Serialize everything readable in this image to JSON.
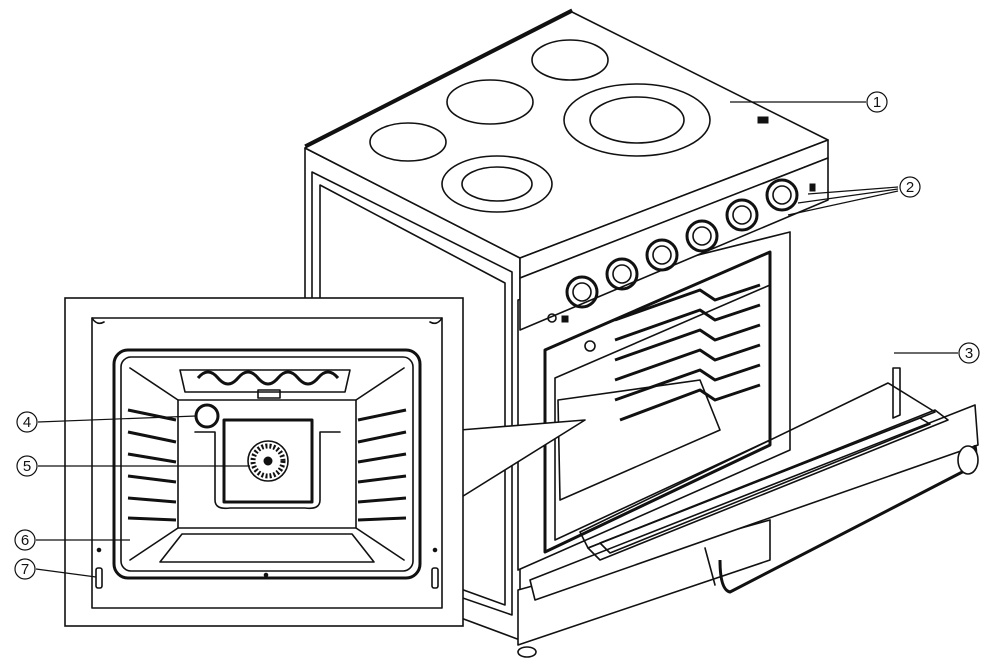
{
  "callouts": [
    {
      "number": "1",
      "name": "hob-top"
    },
    {
      "number": "2",
      "name": "control-knobs"
    },
    {
      "number": "3",
      "name": "oven-door"
    },
    {
      "number": "4",
      "name": "oven-lamp"
    },
    {
      "number": "5",
      "name": "fan-cover"
    },
    {
      "number": "6",
      "name": "side-rack-guides"
    },
    {
      "number": "7",
      "name": "door-seal-clips"
    }
  ]
}
